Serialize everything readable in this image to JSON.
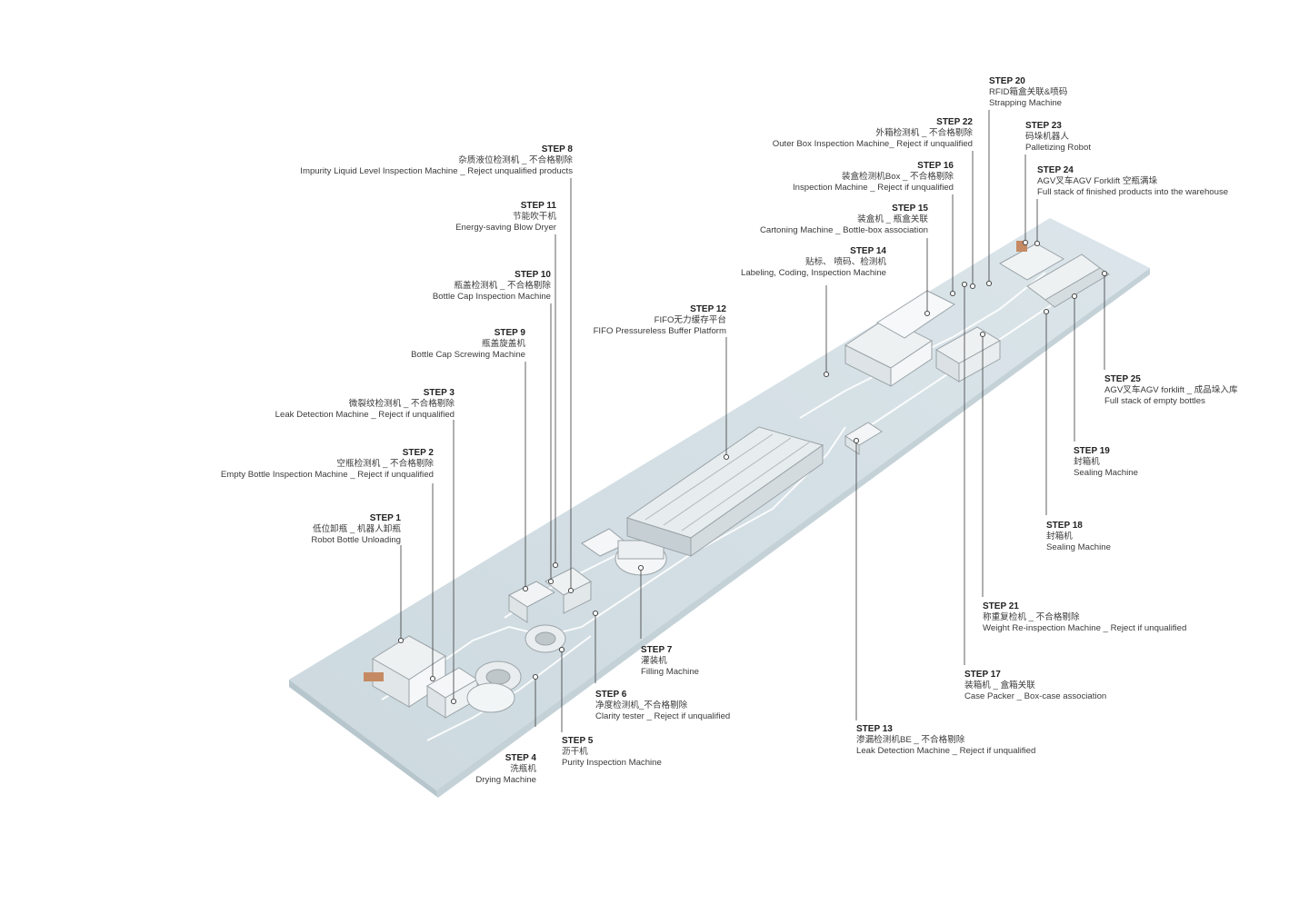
{
  "steps": [
    {
      "id": "step-1",
      "step": "STEP 1",
      "zh": "低位卸瓶 _ 机器人卸瓶",
      "en": "Robot Bottle Unloading"
    },
    {
      "id": "step-2",
      "step": "STEP 2",
      "zh": "空瓶检测机 _ 不合格剔除",
      "en": "Empty Bottle Inspection Machine _ Reject if unqualified"
    },
    {
      "id": "step-3",
      "step": "STEP 3",
      "zh": "微裂纹检测机 _ 不合格剔除",
      "en": "Leak Detection Machine _ Reject if unqualified"
    },
    {
      "id": "step-4",
      "step": "STEP 4",
      "zh": "洗瓶机",
      "en": "Drying Machine"
    },
    {
      "id": "step-5",
      "step": "STEP 5",
      "zh": "沥干机",
      "en": "Purity Inspection Machine"
    },
    {
      "id": "step-6",
      "step": "STEP 6",
      "zh": "净度检测机_不合格剔除",
      "en": "Clarity tester _ Reject if unqualified"
    },
    {
      "id": "step-7",
      "step": "STEP 7",
      "zh": "灌装机",
      "en": "Filling Machine"
    },
    {
      "id": "step-8",
      "step": "STEP 8",
      "zh": "杂质液位检测机 _ 不合格剔除",
      "en": "Impurity Liquid Level Inspection Machine _ Reject unqualified products"
    },
    {
      "id": "step-9",
      "step": "STEP 9",
      "zh": "瓶盖旋盖机",
      "en": "Bottle Cap Screwing Machine"
    },
    {
      "id": "step-10",
      "step": "STEP 10",
      "zh": "瓶盖检测机 _ 不合格剔除",
      "en": "Bottle Cap Inspection Machine"
    },
    {
      "id": "step-11",
      "step": "STEP 11",
      "zh": "节能吹干机",
      "en": "Energy-saving Blow Dryer"
    },
    {
      "id": "step-12",
      "step": "STEP 12",
      "zh": "FIFO无力缓存平台",
      "en": "FIFO Pressureless Buffer Platform"
    },
    {
      "id": "step-13",
      "step": "STEP 13",
      "zh": "渗漏检测机BE _ 不合格剔除",
      "en": "Leak Detection Machine _ Reject if unqualified"
    },
    {
      "id": "step-14",
      "step": "STEP 14",
      "zh": "贴标、 喷码、检测机",
      "en": "Labeling, Coding, Inspection Machine"
    },
    {
      "id": "step-15",
      "step": "STEP 15",
      "zh": "装盒机 _ 瓶盒关联",
      "en": "Cartoning Machine _ Bottle-box association"
    },
    {
      "id": "step-16",
      "step": "STEP 16",
      "zh": "装盒检测机Box _ 不合格剔除",
      "en": "Inspection Machine _ Reject if unqualified"
    },
    {
      "id": "step-17",
      "step": "STEP 17",
      "zh": "装箱机 _ 盒箱关联",
      "en": "Case Packer _ Box-case association"
    },
    {
      "id": "step-18",
      "step": "STEP 18",
      "zh": "封箱机",
      "en": "Sealing Machine"
    },
    {
      "id": "step-19",
      "step": "STEP 19",
      "zh": "封箱机",
      "en": "Sealing Machine"
    },
    {
      "id": "step-20",
      "step": "STEP 20",
      "zh": "RFID箱盒关联&喷码",
      "en": "Strapping Machine"
    },
    {
      "id": "step-21",
      "step": "STEP 21",
      "zh": "称重复检机 _ 不合格剔除",
      "en": "Weight Re-inspection Machine _ Reject if unqualified"
    },
    {
      "id": "step-22",
      "step": "STEP 22",
      "zh": "外箱检测机 _ 不合格剔除",
      "en": "Outer Box Inspection Machine_ Reject if unqualified"
    },
    {
      "id": "step-23",
      "step": "STEP 23",
      "zh": "码垛机器人",
      "en": "Palletizing Robot"
    },
    {
      "id": "step-24",
      "step": "STEP 24",
      "zh": "AGV叉车AGV Forklift 空瓶满垛",
      "en": "Full stack of finished products into the warehouse"
    },
    {
      "id": "step-25",
      "step": "STEP 25",
      "zh": "AGV叉车AGV forklift _ 成品垛入库",
      "en": "Full stack of empty bottles"
    }
  ],
  "colors": {
    "floor_top": "#d3dfe4",
    "floor_side": "#b5c5cc",
    "machine": "#f2f4f5",
    "machine_dark": "#9aa3a8",
    "leader": "#3a3a3a"
  }
}
